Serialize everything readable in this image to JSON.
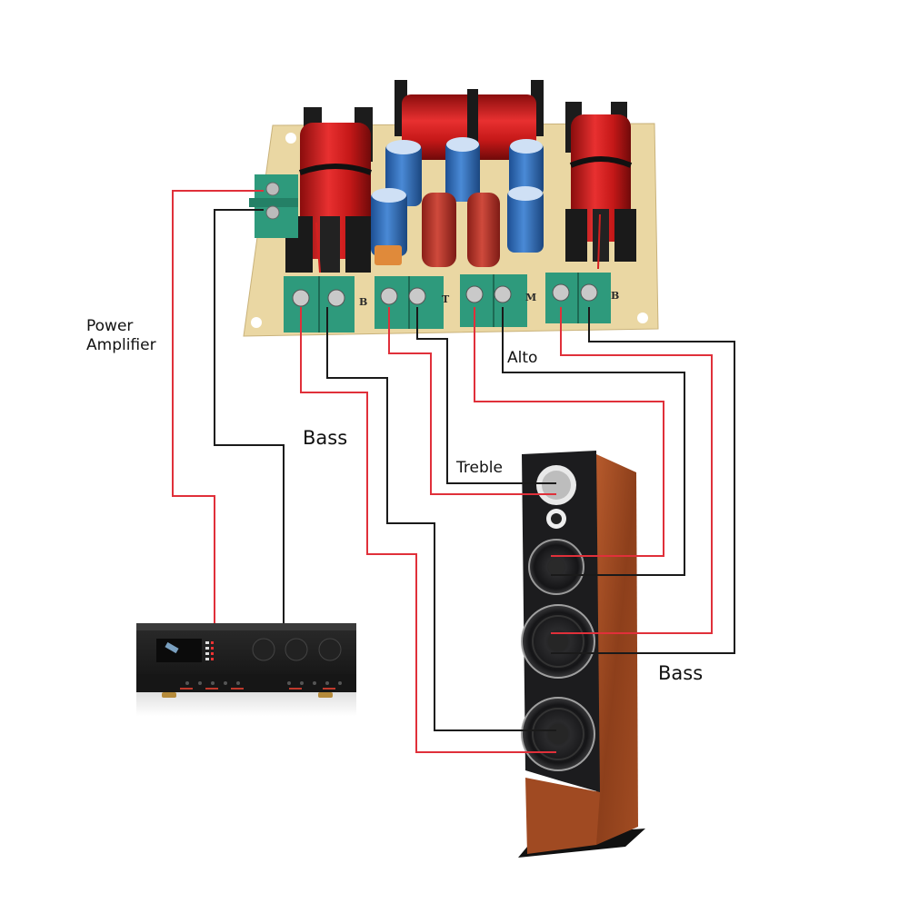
{
  "labels": {
    "power_amplifier_line1": "Power",
    "power_amplifier_line2": "Amplifier",
    "bass_left": "Bass",
    "treble": "Treble",
    "alto": "Alto",
    "bass_right": "Bass"
  },
  "board": {
    "terminal_letters": [
      "B",
      "T",
      "M",
      "B"
    ]
  },
  "colors": {
    "positive_wire": "#e0303a",
    "negative_wire": "#1a1a1a",
    "pcb": "#ead7a3",
    "terminal": "#2e9a7c",
    "coil": "#d42020",
    "capacitor_blue": "#2f6fbf",
    "capacitor_red": "#b8322a",
    "speaker_wood": "#9c4a22",
    "speaker_front": "#1c1c1e",
    "amplifier_body": "#1a1a1a"
  }
}
